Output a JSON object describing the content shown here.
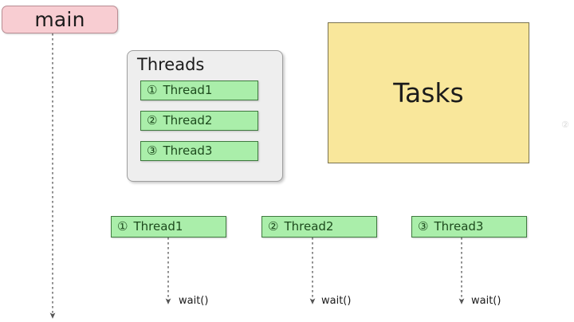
{
  "diagram": {
    "title_nodes": {
      "main": "main",
      "threads_panel": "Threads",
      "tasks": "Tasks"
    },
    "colors": {
      "main_fill": "#f8cdd2",
      "main_stroke": "#b98d94",
      "panel_fill": "#eeeeee",
      "panel_stroke": "#9e9e9e",
      "thread_fill": "#aaeeaa",
      "thread_stroke": "#3f7a3f",
      "thread_text": "#1d4a1d",
      "tasks_fill": "#f9e79b",
      "tasks_stroke": "#7a7350",
      "connector": "#555555",
      "background": "#ffffff"
    },
    "panel_threads": [
      {
        "marker": "①",
        "name": "Thread1"
      },
      {
        "marker": "②",
        "name": "Thread2"
      },
      {
        "marker": "③",
        "name": "Thread3"
      }
    ],
    "row_threads": [
      {
        "marker": "①",
        "name": "Thread1",
        "wait_label": "wait()"
      },
      {
        "marker": "②",
        "name": "Thread2",
        "wait_label": "wait()"
      },
      {
        "marker": "③",
        "name": "Thread3",
        "wait_label": "wait()"
      }
    ],
    "watermark": "②"
  }
}
